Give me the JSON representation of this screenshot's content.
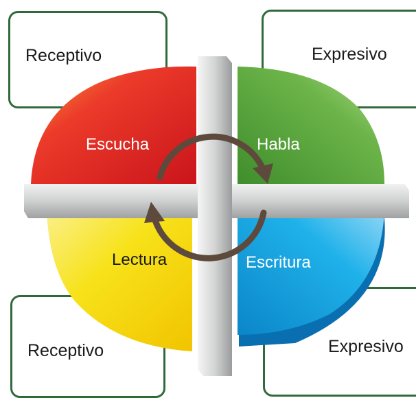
{
  "boxes": {
    "top_left": "Receptivo",
    "top_right": "Expresivo",
    "bottom_left": "Receptivo",
    "bottom_right": "Expresivo"
  },
  "quadrants": {
    "top_left": {
      "label": "Escucha",
      "color": "#e8262a"
    },
    "top_right": {
      "label": "Habla",
      "color": "#5aa83e"
    },
    "bottom_left": {
      "label": "Lectura",
      "color": "#f6df0c"
    },
    "bottom_right": {
      "label": "Escritura",
      "color": "#13a8e6"
    }
  },
  "colors": {
    "box_border": "#2f6b3a",
    "cross": "#cfd0d0",
    "arrows": "#5e4a3c"
  }
}
